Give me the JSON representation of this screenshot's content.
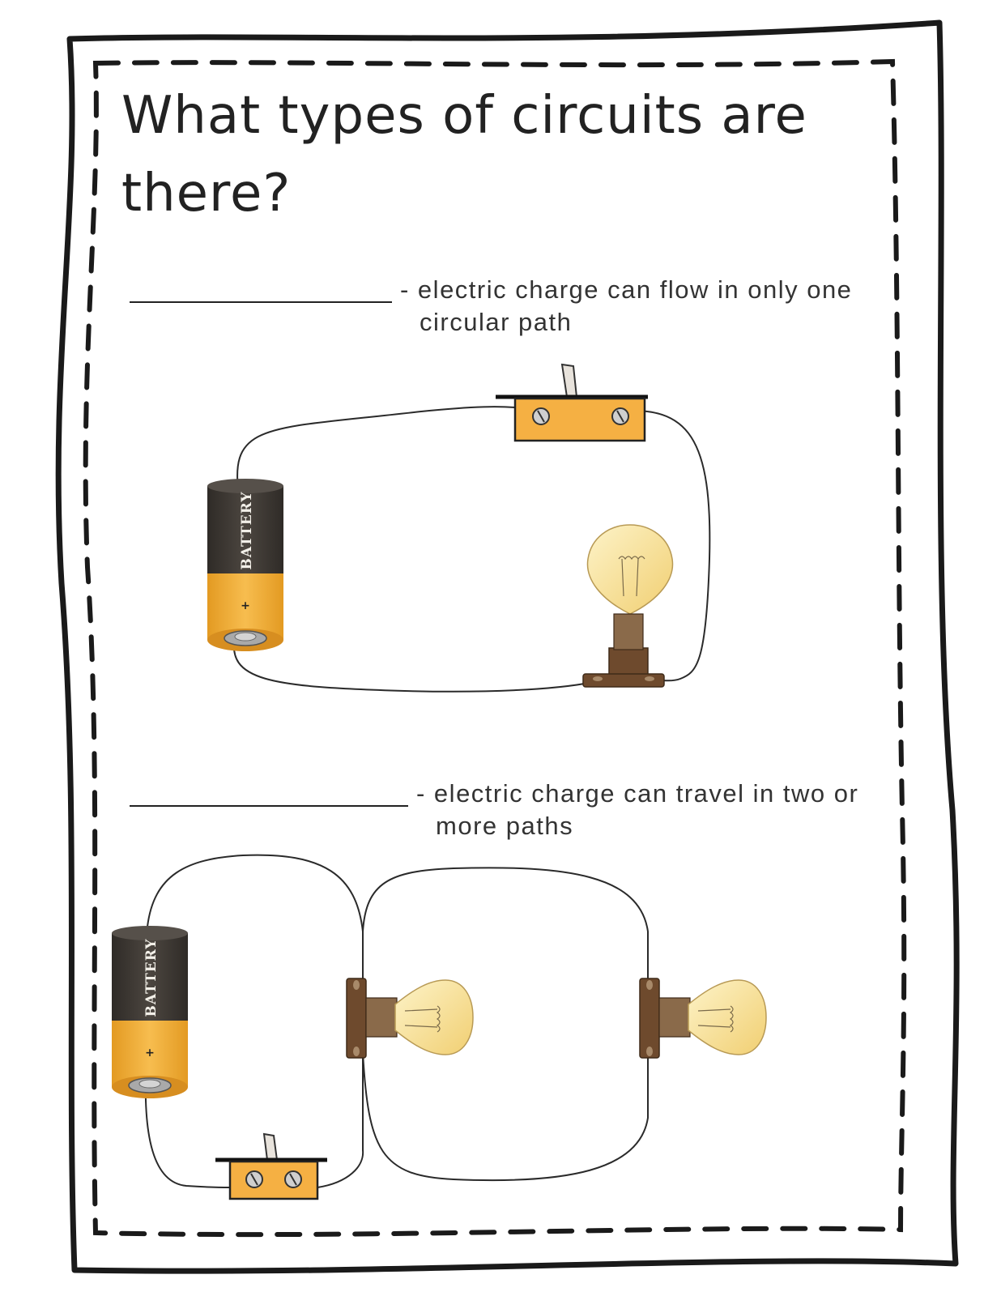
{
  "title": "What types of circuits are there?",
  "section_series": {
    "description_line1": "- electric charge can flow in only one",
    "description_line2": "circular path"
  },
  "section_parallel": {
    "description_line1": "- electric charge can travel in two or",
    "description_line2": "more paths"
  },
  "battery": {
    "label": "BATTERY",
    "positive_mark": "+"
  },
  "colors": {
    "battery_dark": "#3f3a35",
    "battery_gold": "#f3b03b",
    "switch_orange": "#f5b043",
    "bulb_glass": "#f9e4a6",
    "socket_brown": "#6e4a2d",
    "wire": "#2a2a2a"
  }
}
